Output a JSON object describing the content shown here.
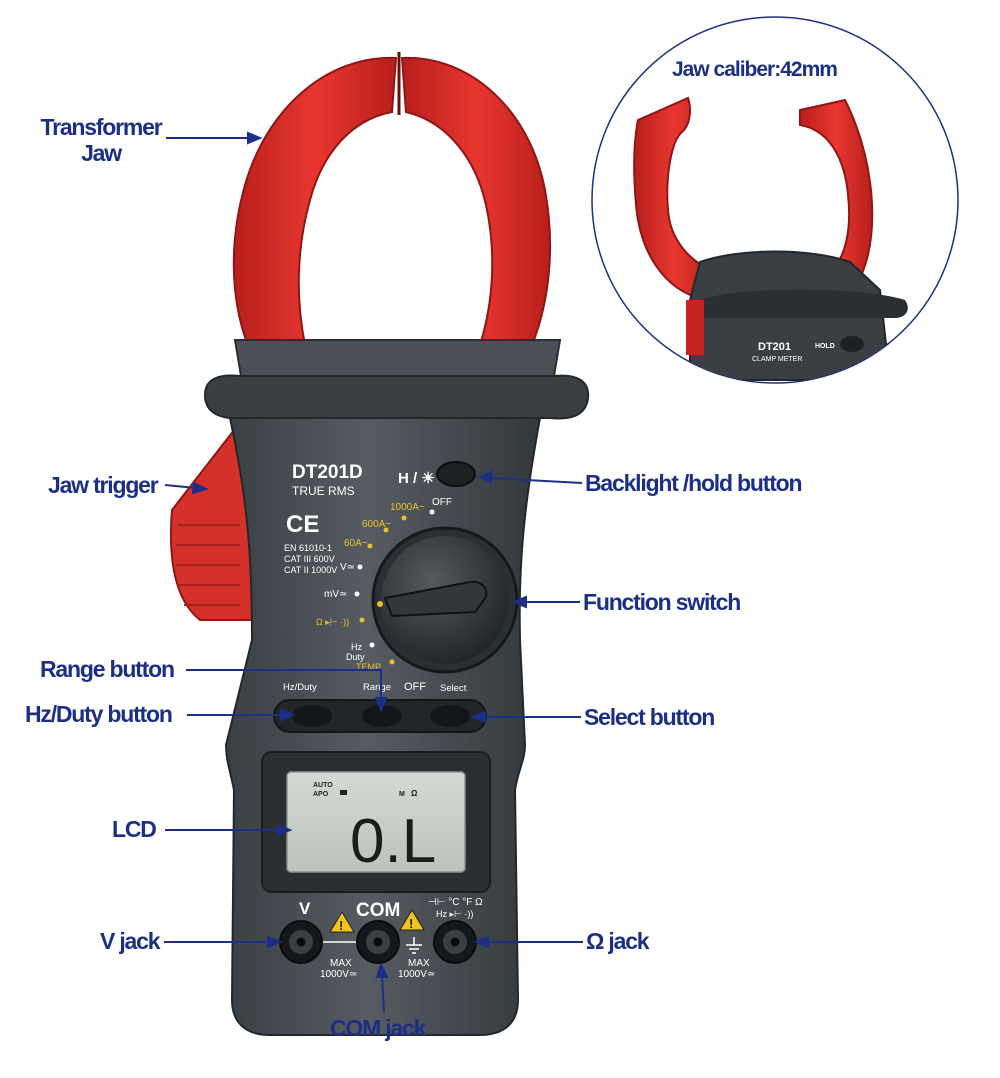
{
  "colors": {
    "label": "#1b2f86",
    "jaw_red": "#d92b26",
    "body_gray": "#4b5157",
    "body_dark": "#2f3439",
    "lcd_bg": "#c9cfc8",
    "accent_yellow": "#e9c12c"
  },
  "callouts": {
    "transformer_jaw_line1": "Transformer",
    "transformer_jaw_line2": "Jaw",
    "jaw_trigger": "Jaw trigger",
    "backlight_hold": "Backlight /hold button",
    "function_switch": "Function switch",
    "range_button": "Range button",
    "hz_duty_button": "Hz/Duty button",
    "select_button": "Select button",
    "lcd": "LCD",
    "v_jack": "V jack",
    "ohm_jack": "Ω jack",
    "com_jack": "COM jack"
  },
  "inset": {
    "title": "Jaw caliber:42mm",
    "model": "DT201",
    "subtitle": "CLAMP METER",
    "hold": "HOLD"
  },
  "meter": {
    "model": "DT201D",
    "true_rms": "TRUE RMS",
    "hold_symbol": "H / ☀",
    "ce": "CE",
    "standards": [
      "EN 61010-1",
      "CAT III 600V",
      "CAT II 1000V"
    ],
    "dial_positions": [
      "1000A~",
      "OFF",
      "600A~",
      "60A~",
      "V≃",
      "mV≃",
      "Ω ▸⊢ ·))",
      "Hz",
      "Duty",
      "TEMP"
    ],
    "button_labels": [
      "Hz/Duty",
      "Range",
      "OFF",
      "Select"
    ],
    "lcd": {
      "indicators": [
        "AUTO",
        "APO",
        "M",
        "Ω"
      ],
      "reading": "0.L"
    },
    "jacks": {
      "v_label": "V",
      "com_label": "COM",
      "ohm_label_line1": "⊣⊢ °C °F Ω",
      "ohm_label_line2": "Hz ▸⊢ ·))",
      "max_left": "MAX",
      "max_left_value": "1000V≃",
      "max_right": "MAX",
      "max_right_value": "1000V≃"
    }
  }
}
